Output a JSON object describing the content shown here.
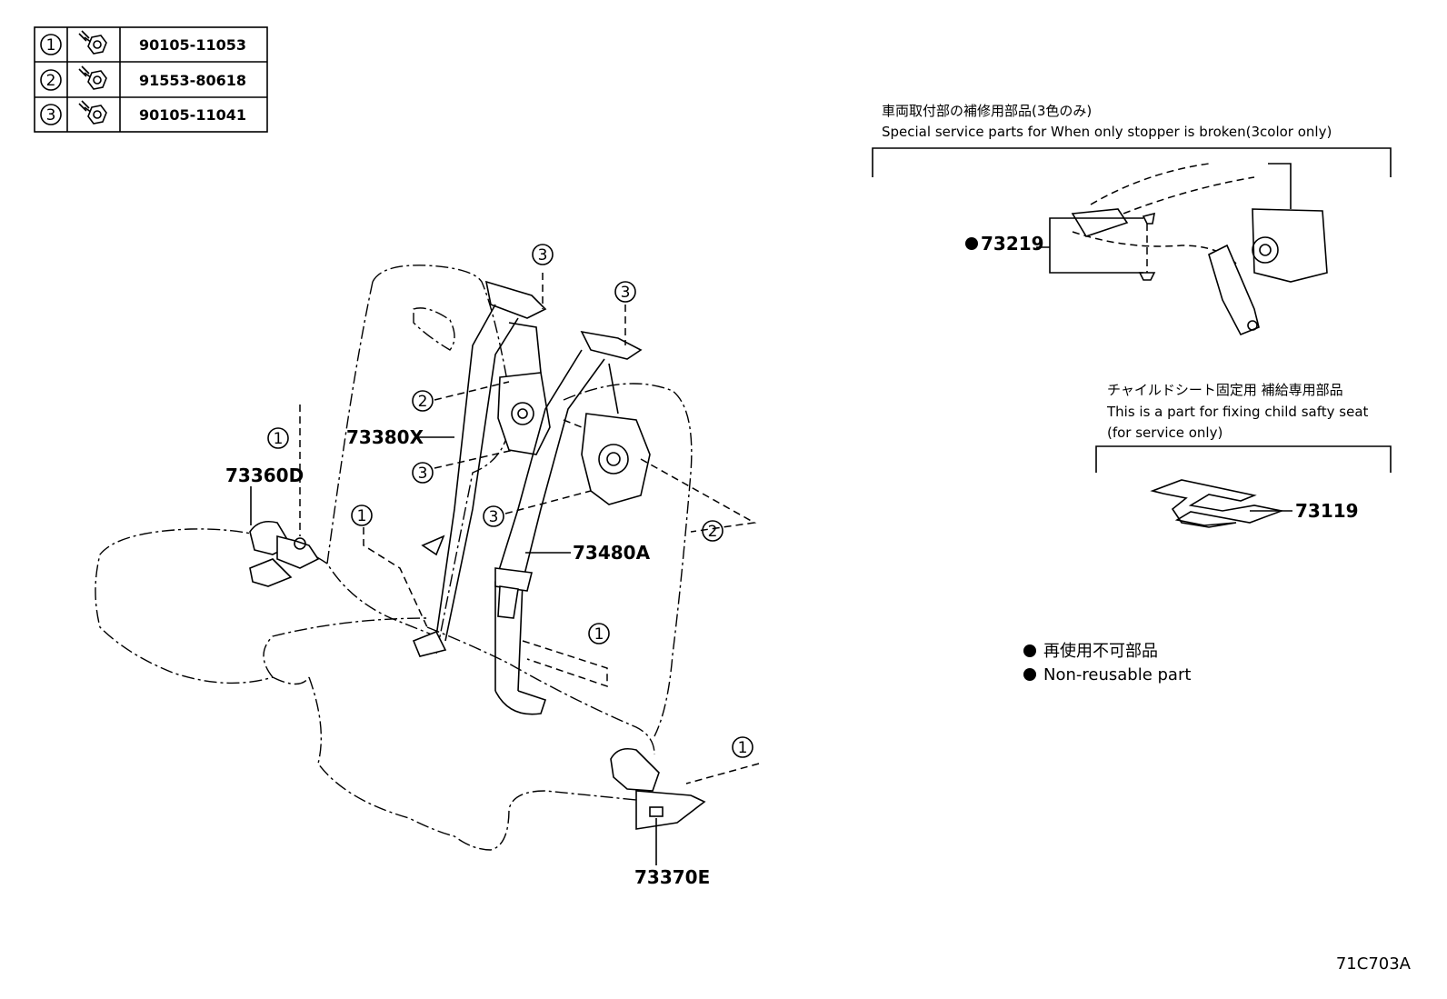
{
  "bolt_table": [
    {
      "num": "1",
      "part": "90105-11053"
    },
    {
      "num": "2",
      "part": "91553-80618"
    },
    {
      "num": "3",
      "part": "90105-11041"
    }
  ],
  "parts": {
    "p73360D": "73360D",
    "p73380X": "73380X",
    "p73480A": "73480A",
    "p73370E": "73370E",
    "p73219": "73219",
    "p73119": "73119"
  },
  "callouts": {
    "c1": "1",
    "c2": "2",
    "c3": "3"
  },
  "inset_stopper": {
    "title_jp": "車両取付部の補修用部品(3色のみ)",
    "title_en": "Special service parts for When only stopper is broken(3color only)"
  },
  "inset_child": {
    "title_jp": "チャイルドシート固定用 補給専用部品",
    "title_en_1": "This is a part for fixing child safty seat",
    "title_en_2": "(for service only)"
  },
  "legend": {
    "jp": "再使用不可部品",
    "en": "Non-reusable part"
  },
  "diagram_code": "71C703A",
  "icons": [
    "bolt-icon",
    "bullet-dot-icon"
  ]
}
